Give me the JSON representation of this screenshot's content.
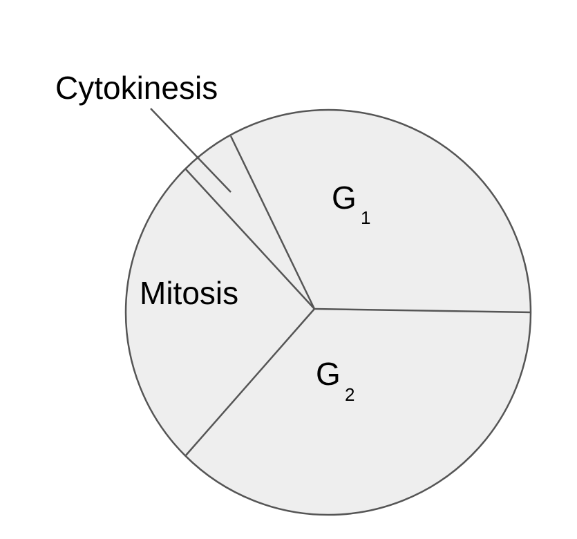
{
  "title": "Cell cycle diagram",
  "labels": {
    "cytokinesis": "Cytokinesis",
    "mitosis": "Mitosis",
    "g1_main": "G",
    "g1_sub": "1",
    "g2_main": "G",
    "g2_sub": "2"
  },
  "colors": {
    "fill": "#eeeeee",
    "stroke": "#555555"
  }
}
